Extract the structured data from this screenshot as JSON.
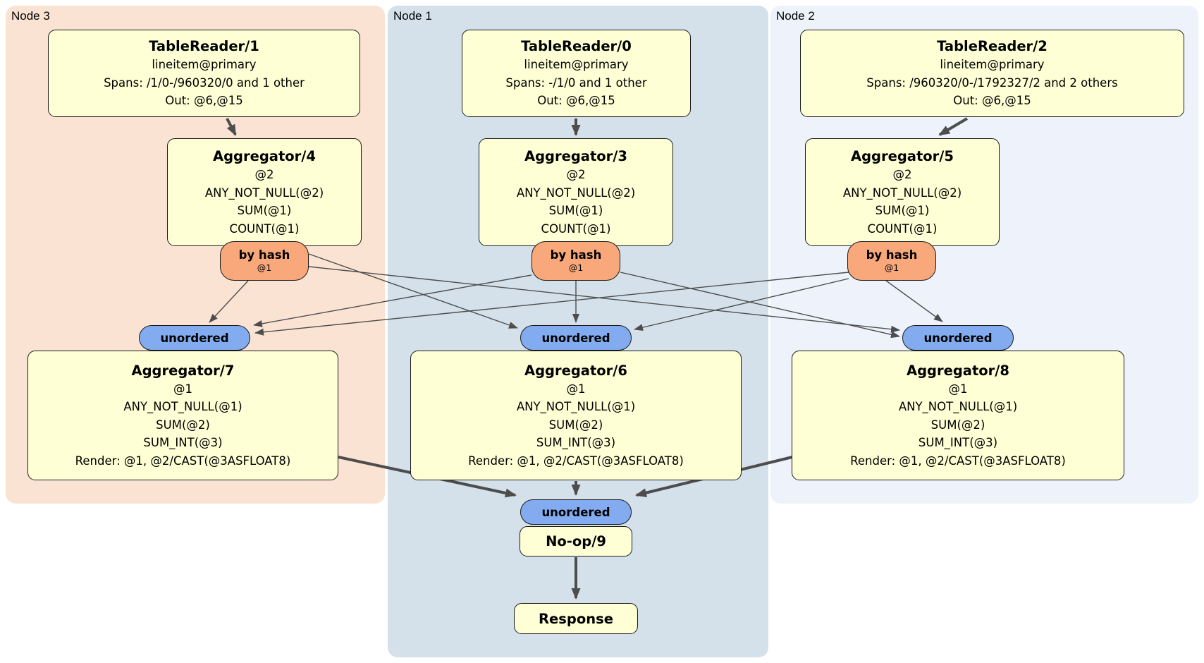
{
  "panels": [
    {
      "label": "Node 3",
      "bg": "#fbe3d3"
    },
    {
      "label": "Node 1",
      "bg": "#d4e1ea"
    },
    {
      "label": "Node 2",
      "bg": "#edf2fb"
    }
  ],
  "processors": {
    "tr1": {
      "title": "TableReader/1",
      "lines": [
        "lineitem@primary",
        "Spans: /1/0-/960320/0 and 1 other",
        "Out: @6,@15"
      ]
    },
    "tr0": {
      "title": "TableReader/0",
      "lines": [
        "lineitem@primary",
        "Spans: -/1/0 and 1 other",
        "Out: @6,@15"
      ]
    },
    "tr2": {
      "title": "TableReader/2",
      "lines": [
        "lineitem@primary",
        "Spans: /960320/0-/1792327/2 and 2 others",
        "Out: @6,@15"
      ]
    },
    "agg4": {
      "title": "Aggregator/4",
      "lines": [
        "@2",
        "ANY_NOT_NULL(@2)",
        "SUM(@1)",
        "COUNT(@1)"
      ]
    },
    "agg3": {
      "title": "Aggregator/3",
      "lines": [
        "@2",
        "ANY_NOT_NULL(@2)",
        "SUM(@1)",
        "COUNT(@1)"
      ]
    },
    "agg5": {
      "title": "Aggregator/5",
      "lines": [
        "@2",
        "ANY_NOT_NULL(@2)",
        "SUM(@1)",
        "COUNT(@1)"
      ]
    },
    "agg7": {
      "title": "Aggregator/7",
      "lines": [
        "@1",
        "ANY_NOT_NULL(@1)",
        "SUM(@2)",
        "SUM_INT(@3)",
        "Render: @1, @2/CAST(@3ASFLOAT8)"
      ]
    },
    "agg6": {
      "title": "Aggregator/6",
      "lines": [
        "@1",
        "ANY_NOT_NULL(@1)",
        "SUM(@2)",
        "SUM_INT(@3)",
        "Render: @1, @2/CAST(@3ASFLOAT8)"
      ]
    },
    "agg8": {
      "title": "Aggregator/8",
      "lines": [
        "@1",
        "ANY_NOT_NULL(@1)",
        "SUM(@2)",
        "SUM_INT(@3)",
        "Render: @1, @2/CAST(@3ASFLOAT8)"
      ]
    },
    "noop": {
      "title": "No-op/9"
    },
    "response": {
      "title": "Response"
    }
  },
  "routers": {
    "by_hash": {
      "label": "by hash",
      "detail": "@1"
    },
    "sync": {
      "label": "unordered"
    }
  },
  "edges": [
    {
      "from": "TableReader/1",
      "to": "Aggregator/4",
      "style": "thick"
    },
    {
      "from": "TableReader/0",
      "to": "Aggregator/3",
      "style": "thick"
    },
    {
      "from": "TableReader/2",
      "to": "Aggregator/5",
      "style": "thick"
    },
    {
      "from": "by hash (Aggregator/4)",
      "to": "unordered (Aggregator/7)",
      "style": "thin"
    },
    {
      "from": "by hash (Aggregator/4)",
      "to": "unordered (Aggregator/6)",
      "style": "thin"
    },
    {
      "from": "by hash (Aggregator/4)",
      "to": "unordered (Aggregator/8)",
      "style": "thin"
    },
    {
      "from": "by hash (Aggregator/3)",
      "to": "unordered (Aggregator/7)",
      "style": "thin"
    },
    {
      "from": "by hash (Aggregator/3)",
      "to": "unordered (Aggregator/6)",
      "style": "thin"
    },
    {
      "from": "by hash (Aggregator/3)",
      "to": "unordered (Aggregator/8)",
      "style": "thin"
    },
    {
      "from": "by hash (Aggregator/5)",
      "to": "unordered (Aggregator/7)",
      "style": "thin"
    },
    {
      "from": "by hash (Aggregator/5)",
      "to": "unordered (Aggregator/6)",
      "style": "thin"
    },
    {
      "from": "by hash (Aggregator/5)",
      "to": "unordered (Aggregator/8)",
      "style": "thin"
    },
    {
      "from": "Aggregator/7",
      "to": "unordered (No-op/9)",
      "style": "thick"
    },
    {
      "from": "Aggregator/6",
      "to": "unordered (No-op/9)",
      "style": "thick"
    },
    {
      "from": "Aggregator/8",
      "to": "unordered (No-op/9)",
      "style": "thick"
    },
    {
      "from": "No-op/9",
      "to": "Response",
      "style": "thick"
    }
  ],
  "colors": {
    "node3_bg": "#fbe3d3",
    "node1_bg": "#d4e1ea",
    "node2_bg": "#edf2fb",
    "processor_bg": "#feffd5",
    "processor_border": "#1a1a1a",
    "hash_router_bg": "#f8a87b",
    "sync_bg": "#82abf0",
    "edge": "#4d4d4d"
  }
}
